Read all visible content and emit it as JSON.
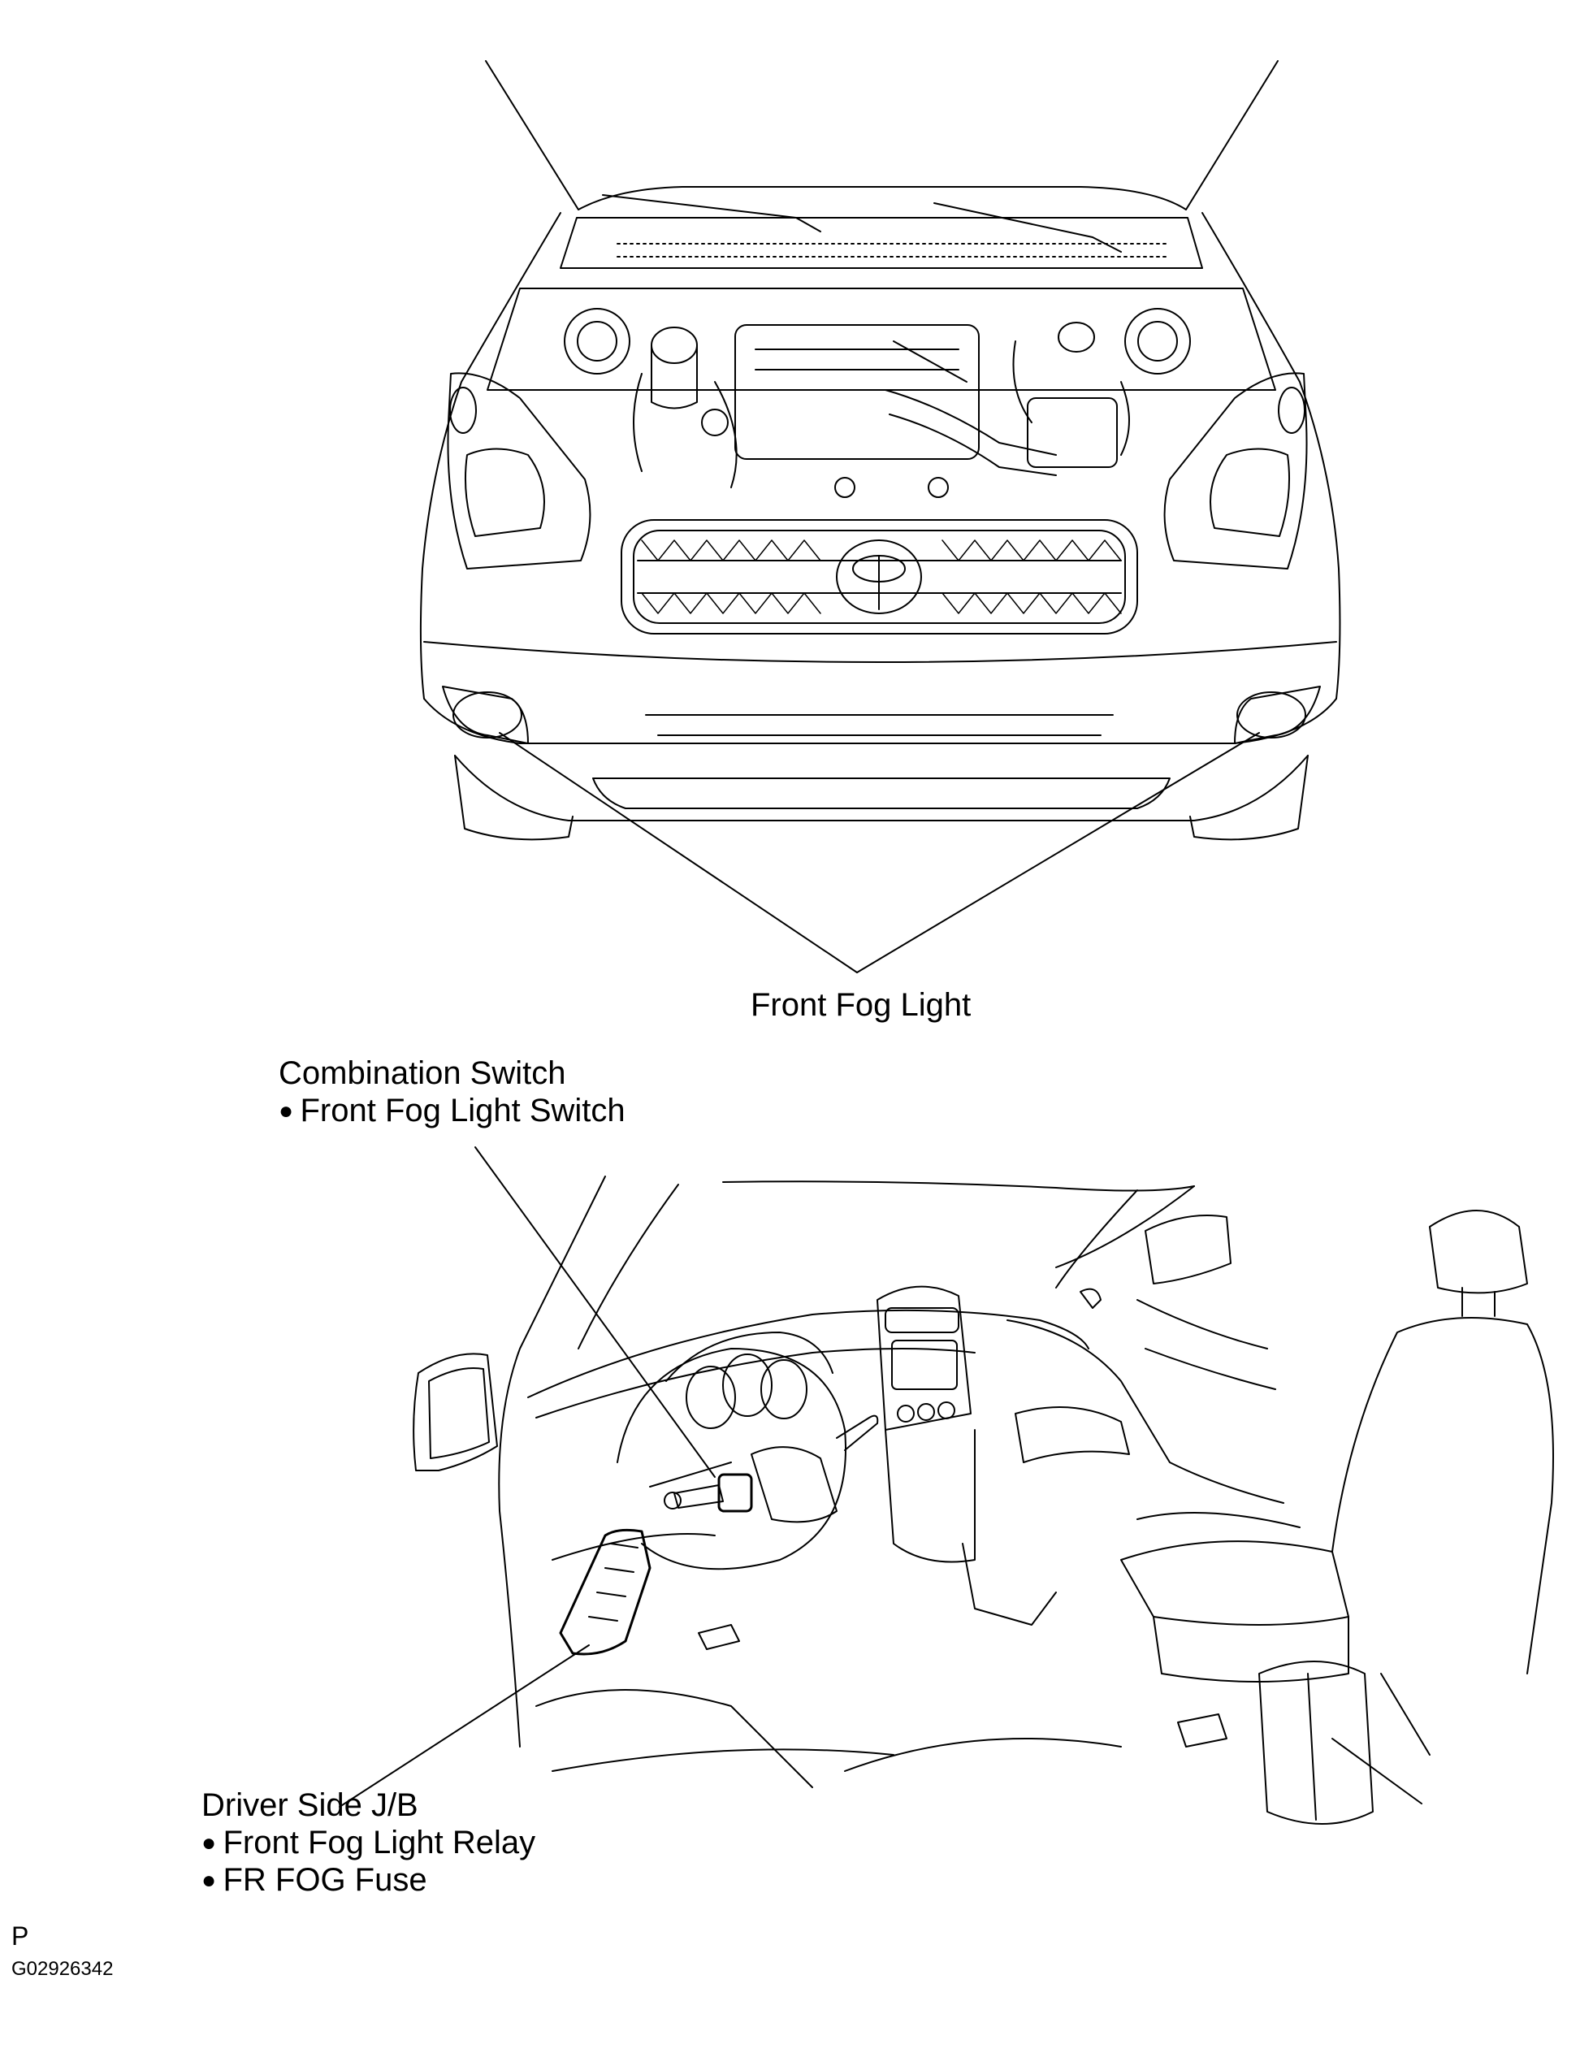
{
  "labels": {
    "front_fog_light": "Front Fog Light",
    "combination_switch": {
      "title": "Combination Switch",
      "items": [
        "Front Fog Light Switch"
      ]
    },
    "driver_side_jb": {
      "title": "Driver Side J/B",
      "items": [
        "Front Fog Light Relay",
        "FR FOG Fuse"
      ]
    }
  },
  "page_marker": "P",
  "figure_code": "G02926342",
  "colors": {
    "line": "#000000",
    "background": "#ffffff"
  }
}
